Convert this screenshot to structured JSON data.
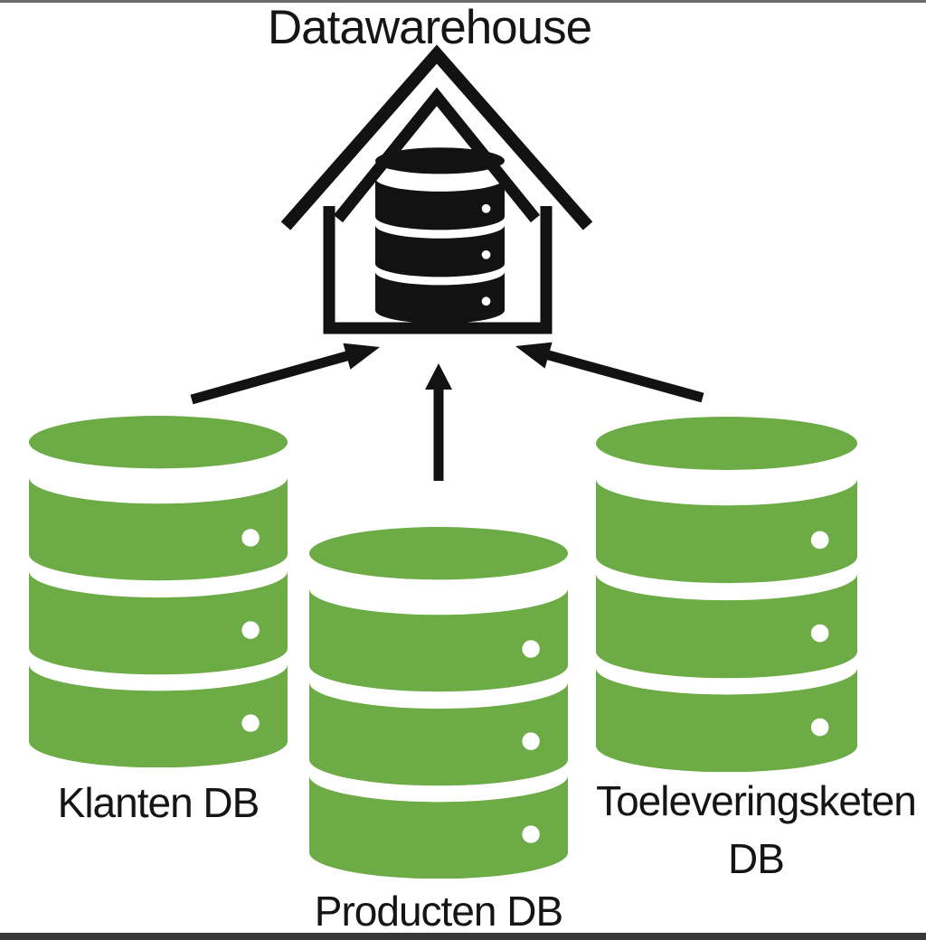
{
  "title": "Datawarehouse",
  "colors": {
    "db_green": "#6cab46",
    "icon_black": "#121212",
    "text": "#151515",
    "background": "#ffffff"
  },
  "warehouse": {
    "label": "Datawarehouse",
    "icon": "house-with-database-icon"
  },
  "sources": [
    {
      "id": "klanten",
      "label": "Klanten DB",
      "icon": "database-icon",
      "color": "#6cab46"
    },
    {
      "id": "producten",
      "label": "Producten DB",
      "icon": "database-icon",
      "color": "#6cab46"
    },
    {
      "id": "toeleveringsketen",
      "label": "Toeleveringsketen DB",
      "icon": "database-icon",
      "color": "#6cab46"
    }
  ],
  "connections": [
    {
      "from": "Klanten DB",
      "to": "Datawarehouse",
      "direction": "up-right"
    },
    {
      "from": "Producten DB",
      "to": "Datawarehouse",
      "direction": "up"
    },
    {
      "from": "Toeleveringsketen DB",
      "to": "Datawarehouse",
      "direction": "up-left"
    }
  ]
}
